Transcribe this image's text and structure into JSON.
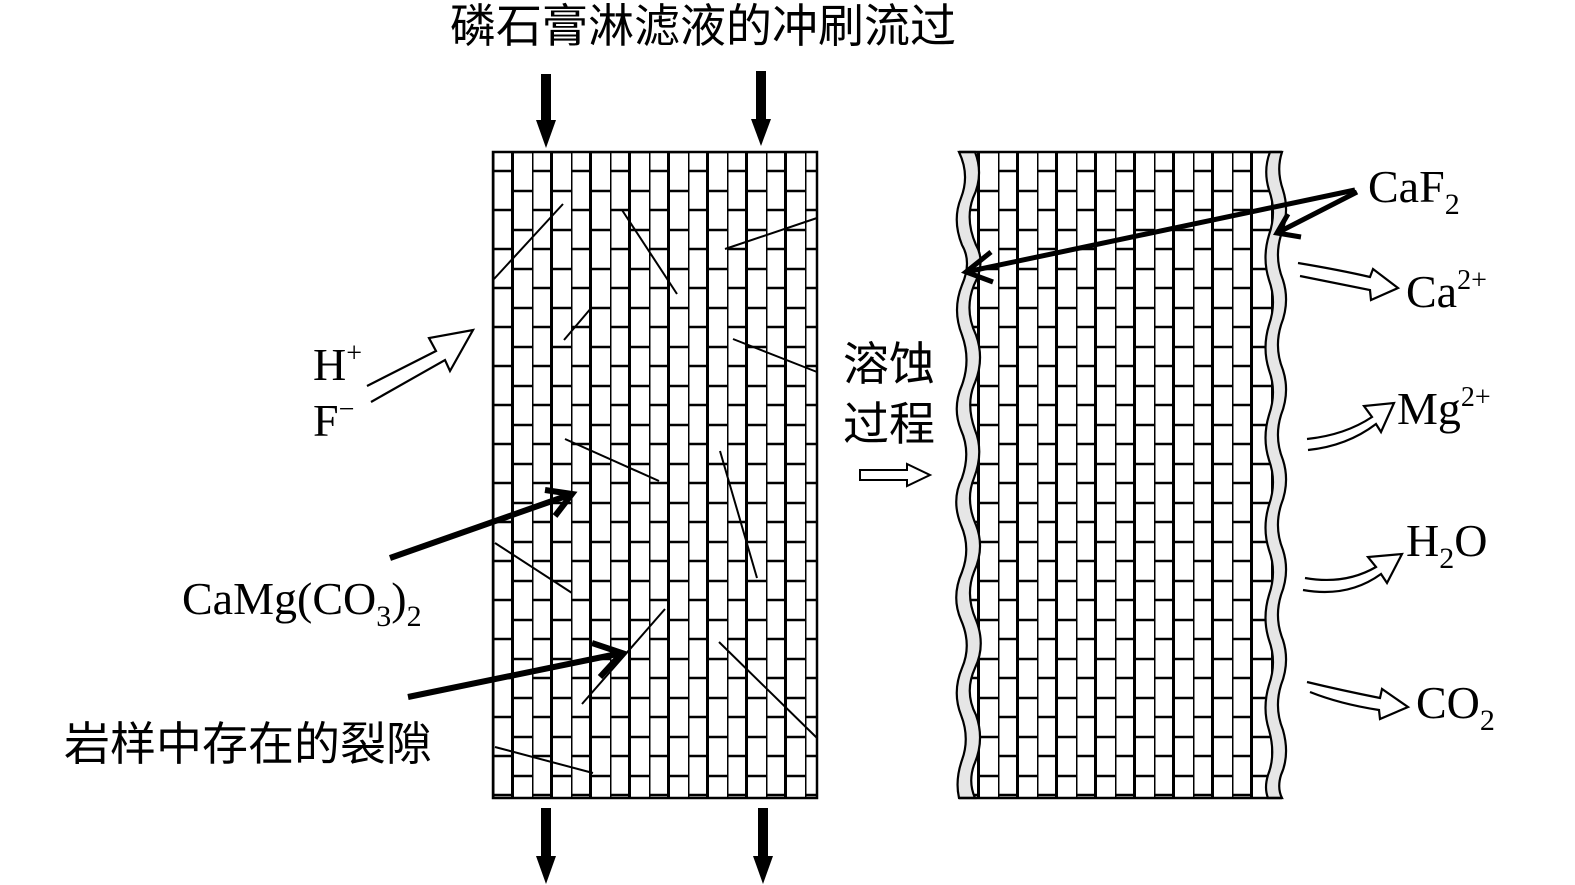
{
  "title": "磷石膏淋滤液的冲刷流过",
  "left_sample": {
    "name": "rock-sample-before",
    "inflow_label_h": "H",
    "inflow_label_h_sup": "+",
    "inflow_label_f": "F",
    "inflow_label_f_sup": "−",
    "mineral_label": {
      "base": "CaMg(CO",
      "sub1": "3",
      "mid": ")",
      "sub2": "2"
    },
    "crack_label": "岩样中存在的裂隙"
  },
  "process": {
    "line1": "溶蚀",
    "line2": "过程"
  },
  "right_sample": {
    "name": "rock-sample-after",
    "precipitate_label": {
      "base": "CaF",
      "sub": "2"
    },
    "products": [
      {
        "base": "Ca",
        "sup": "2+",
        "sub": "",
        "tail": ""
      },
      {
        "base": "Mg",
        "sup": "2+",
        "sub": "",
        "tail": ""
      },
      {
        "base": "H",
        "sup": "",
        "sub": "2",
        "tail": "O"
      },
      {
        "base": "CO",
        "sup": "",
        "sub": "2",
        "tail": ""
      }
    ]
  },
  "colors": {
    "ink": "#000000",
    "background": "#ffffff",
    "crust": "#e6e6e6"
  }
}
